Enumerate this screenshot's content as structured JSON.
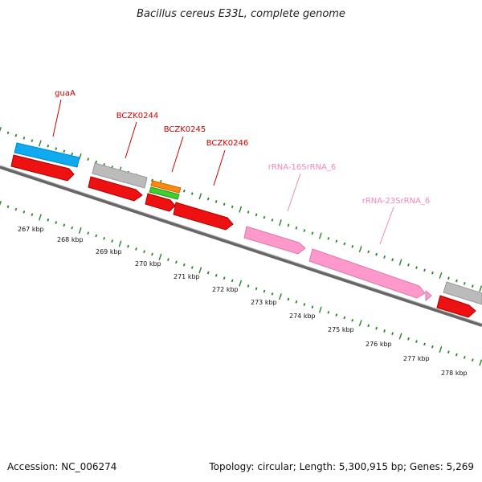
{
  "title": "Bacillus cereus E33L, complete genome",
  "footer": {
    "accession": "Accession: NC_006274",
    "summary": "Topology: circular; Length: 5,300,915 bp; Genes: 5,269"
  },
  "colors": {
    "background": "#ffffff",
    "backbone": "#7a7a7a",
    "gene_label": "#cc0000",
    "rna_label": "#ee88bb",
    "cds": "#ee1111",
    "rrna": "#ff99cc",
    "gene_blue": "#11aaee",
    "gene_grey": "#bbbbbb",
    "gene_orange": "#ff8811",
    "gene_green": "#44cc33",
    "tick": "#228822"
  },
  "scale": {
    "unit": "kbp",
    "ticks": [
      "267 kbp",
      "268 kbp",
      "269 kbp",
      "270 kbp",
      "271 kbp",
      "272 kbp",
      "273 kbp",
      "274 kbp",
      "275 kbp",
      "276 kbp",
      "277 kbp",
      "278 kbp"
    ]
  },
  "labels": [
    {
      "text": "guaA",
      "kind": "gene"
    },
    {
      "text": "BCZK0244",
      "kind": "gene"
    },
    {
      "text": "BCZK0245",
      "kind": "gene"
    },
    {
      "text": "BCZK0246",
      "kind": "gene"
    },
    {
      "text": "rRNA-16SrRNA_6",
      "kind": "rna"
    },
    {
      "text": "rRNA-23SrRNA_6",
      "kind": "rna"
    }
  ]
}
